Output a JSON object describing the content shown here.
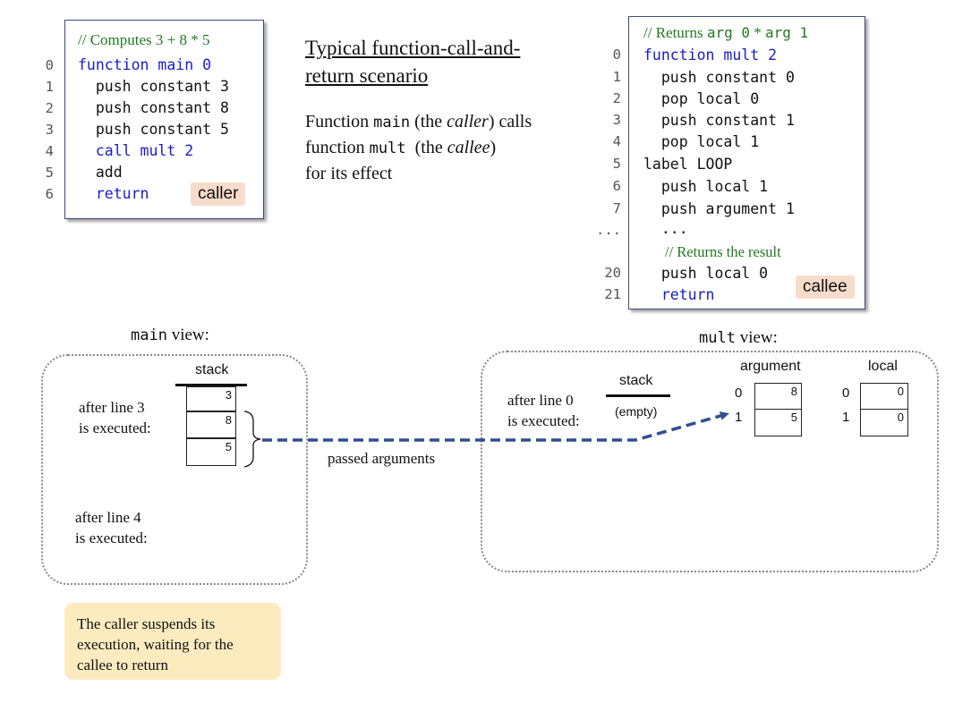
{
  "caller_code": {
    "comment": "// Computes 3 + 8 * 5",
    "lines": [
      {
        "num": "0",
        "text": "function main 0",
        "kind": "kw"
      },
      {
        "num": "1",
        "text": "  push constant 3",
        "kind": "normal"
      },
      {
        "num": "2",
        "text": "  push constant 8",
        "kind": "normal"
      },
      {
        "num": "3",
        "text": "  push constant 5",
        "kind": "normal"
      },
      {
        "num": "4",
        "text": "  call mult 2",
        "kind": "kw"
      },
      {
        "num": "5",
        "text": "  add",
        "kind": "normal"
      },
      {
        "num": "6",
        "text": "  return",
        "kind": "kw"
      }
    ],
    "tag": "caller"
  },
  "title": {
    "line1": "Typical function-call-and-",
    "line2": "return scenario"
  },
  "description": {
    "w1": "Function ",
    "w2": "main",
    "w3": " (the ",
    "w4": "caller",
    "w5": ") calls",
    "w6": "function ",
    "w7": "mult",
    "w8": "  (the ",
    "w9": "callee",
    "w10": ")",
    "w11": "for its effect"
  },
  "callee_code": {
    "comment_a": "// Returns ",
    "comment_b": "arg 0",
    "comment_c": " * ",
    "comment_d": "arg 1",
    "lines": [
      {
        "num": "0",
        "text": "function mult 2",
        "kind": "kw"
      },
      {
        "num": "1",
        "text": "  push constant 0",
        "kind": "normal"
      },
      {
        "num": "2",
        "text": "  pop local 0",
        "kind": "normal"
      },
      {
        "num": "3",
        "text": "  push constant 1",
        "kind": "normal"
      },
      {
        "num": "4",
        "text": "  pop local 1",
        "kind": "normal"
      },
      {
        "num": "5",
        "text": "label LOOP",
        "kind": "normal"
      },
      {
        "num": "6",
        "text": "  push local 1",
        "kind": "normal"
      },
      {
        "num": "7",
        "text": "  push argument 1",
        "kind": "normal"
      }
    ],
    "ellipsis_num": "...",
    "ellipsis_text": "  ...",
    "result_comment": "// Returns the result",
    "tail_lines": [
      {
        "num": "20",
        "text": "  push local 0",
        "kind": "normal"
      },
      {
        "num": "21",
        "text": "  return",
        "kind": "kw"
      }
    ],
    "tag": "callee"
  },
  "main_view": {
    "label_mono": "main",
    "label_rest": " view:",
    "stack_label": "stack",
    "after3_a": "after line 3",
    "after3_b": "is executed:",
    "stack_cells": [
      "3",
      "8",
      "5"
    ],
    "after4_a": "after line 4",
    "after4_b": "is executed:"
  },
  "passed_label": "passed arguments",
  "mult_view": {
    "label_mono": "mult",
    "label_rest": " view:",
    "after0_a": "after line 0",
    "after0_b": "is executed:",
    "stack_label": "stack",
    "stack_empty": "(empty)",
    "argument_label": "argument",
    "argument_indices": [
      "0",
      "1"
    ],
    "argument_cells": [
      "8",
      "5"
    ],
    "local_label": "local",
    "local_indices": [
      "0",
      "1"
    ],
    "local_cells": [
      "0",
      "0"
    ]
  },
  "note": "The caller suspends its execution, waiting for the callee to return",
  "colors": {
    "keyword": "#1a1acc",
    "comment": "#1f7a1f",
    "tag_bg": "#f8dccb",
    "note_bg": "#fdebc0",
    "arrow": "#2f4f8f"
  }
}
